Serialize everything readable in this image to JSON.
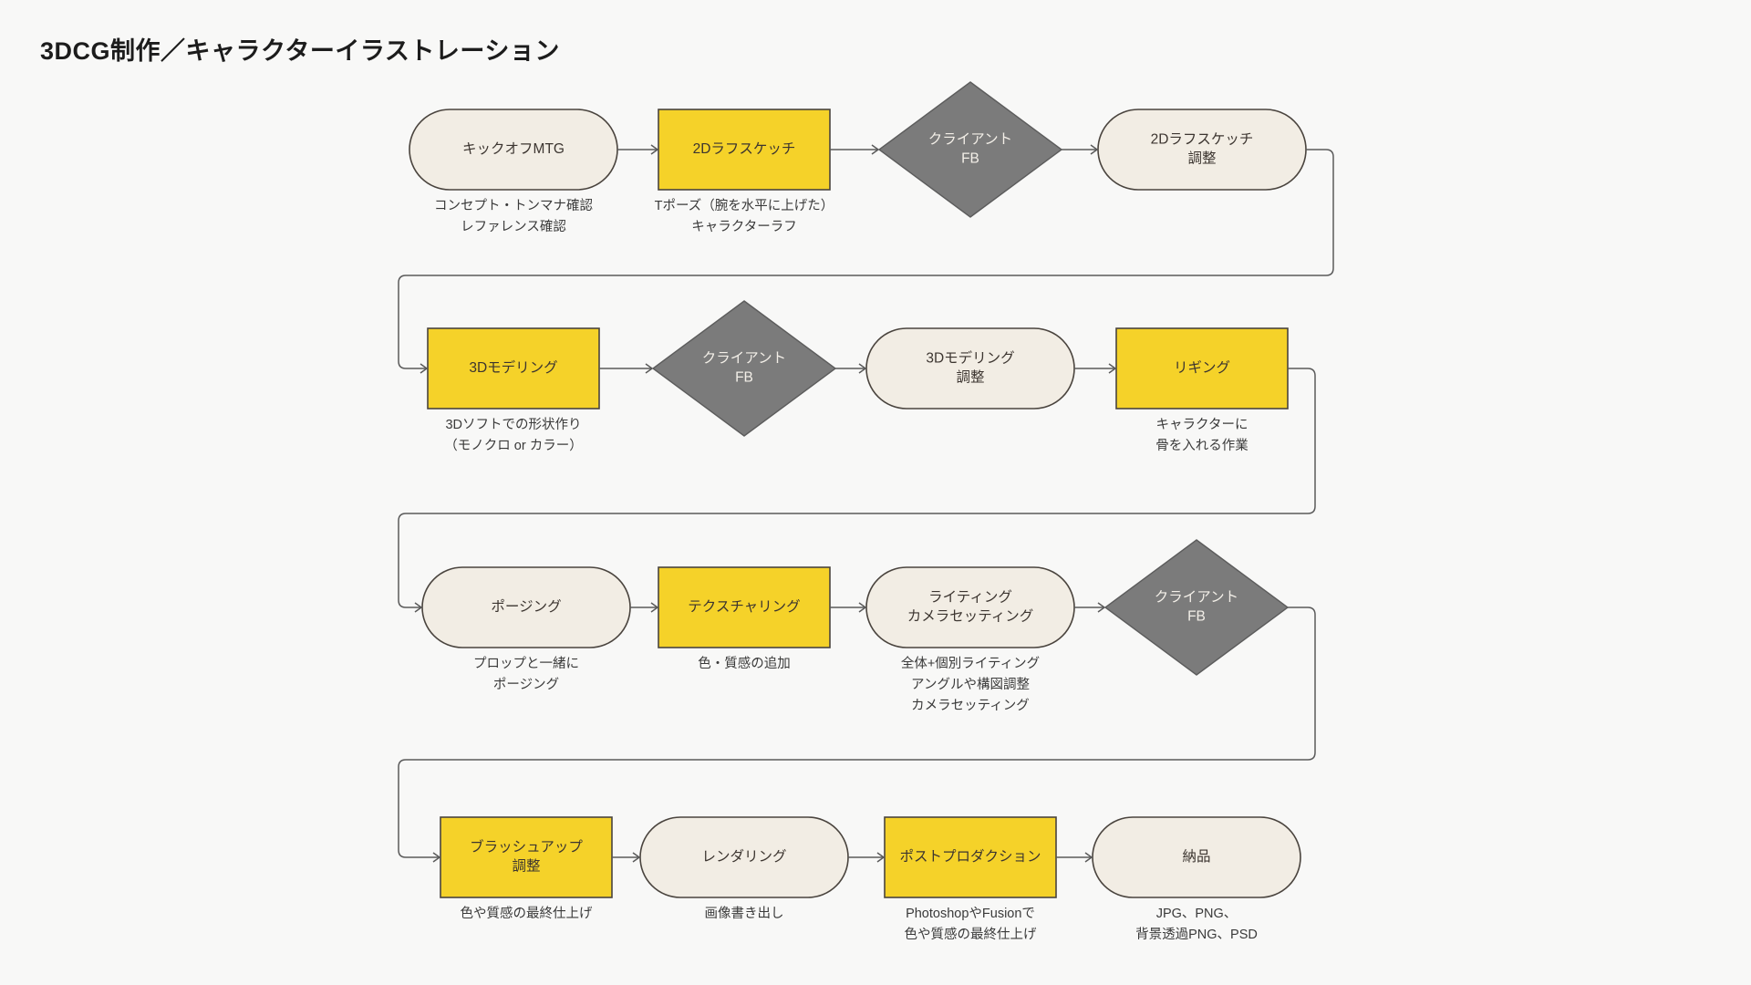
{
  "title": "3DCG制作／キャラクターイラストレーション",
  "colors": {
    "background": "#f8f8f7",
    "pill_fill": "#f2ede4",
    "box_fill": "#f5d229",
    "diamond_fill": "#7b7b7b",
    "stroke": "#4a443e",
    "connector": "#5a5a5a",
    "text_dark": "#3c3530",
    "text_light": "#f3efe8",
    "caption": "#3a3a3a"
  },
  "rows": [
    {
      "id": "row-1",
      "nodes": [
        {
          "id": "kickoff-mtg",
          "shape": "pill",
          "lines": [
            "キックオフMTG"
          ],
          "caption": [
            "コンセプト・トンマナ確認",
            "レファレンス確認"
          ]
        },
        {
          "id": "2d-rough-sketch",
          "shape": "box",
          "lines": [
            "2Dラフスケッチ"
          ],
          "caption": [
            "Tポーズ（腕を水平に上げた）",
            "キャラクターラフ"
          ]
        },
        {
          "id": "client-fb-1",
          "shape": "diamond",
          "lines": [
            "クライアント",
            "FB"
          ],
          "caption": []
        },
        {
          "id": "2d-rough-sketch-revise",
          "shape": "pill",
          "lines": [
            "2Dラフスケッチ",
            "調整"
          ],
          "caption": []
        }
      ]
    },
    {
      "id": "row-2",
      "nodes": [
        {
          "id": "3d-modeling",
          "shape": "box",
          "lines": [
            "3Dモデリング"
          ],
          "caption": [
            "3Dソフトでの形状作り",
            "（モノクロ or カラー）"
          ]
        },
        {
          "id": "client-fb-2",
          "shape": "diamond",
          "lines": [
            "クライアント",
            "FB"
          ],
          "caption": []
        },
        {
          "id": "3d-modeling-revise",
          "shape": "pill",
          "lines": [
            "3Dモデリング",
            "調整"
          ],
          "caption": []
        },
        {
          "id": "rigging",
          "shape": "box",
          "lines": [
            "リギング"
          ],
          "caption": [
            "キャラクターに",
            "骨を入れる作業"
          ]
        }
      ]
    },
    {
      "id": "row-3",
      "nodes": [
        {
          "id": "posing",
          "shape": "pill",
          "lines": [
            "ポージング"
          ],
          "caption": [
            "プロップと一緒に",
            "ポージング"
          ]
        },
        {
          "id": "texturing",
          "shape": "box",
          "lines": [
            "テクスチャリング"
          ],
          "caption": [
            "色・質感の追加"
          ]
        },
        {
          "id": "lighting-camera-setting",
          "shape": "pill",
          "lines": [
            "ライティング",
            "カメラセッティング"
          ],
          "caption": [
            "全体+個別ライティング",
            "アングルや構図調整",
            "カメラセッティング"
          ]
        },
        {
          "id": "client-fb-3",
          "shape": "diamond",
          "lines": [
            "クライアント",
            "FB"
          ],
          "caption": []
        }
      ]
    },
    {
      "id": "row-4",
      "nodes": [
        {
          "id": "brushup-revise",
          "shape": "box",
          "lines": [
            "ブラッシュアップ",
            "調整"
          ],
          "caption": [
            "色や質感の最終仕上げ"
          ]
        },
        {
          "id": "rendering",
          "shape": "pill",
          "lines": [
            "レンダリング"
          ],
          "caption": [
            "画像書き出し"
          ]
        },
        {
          "id": "post-production",
          "shape": "box",
          "lines": [
            "ポストプロダクション"
          ],
          "caption": [
            "PhotoshopやFusionで",
            "色や質感の最終仕上げ"
          ]
        },
        {
          "id": "delivery",
          "shape": "pill",
          "lines": [
            "納品"
          ],
          "caption": [
            "JPG、PNG、",
            "背景透過PNG、PSD"
          ]
        }
      ]
    }
  ]
}
